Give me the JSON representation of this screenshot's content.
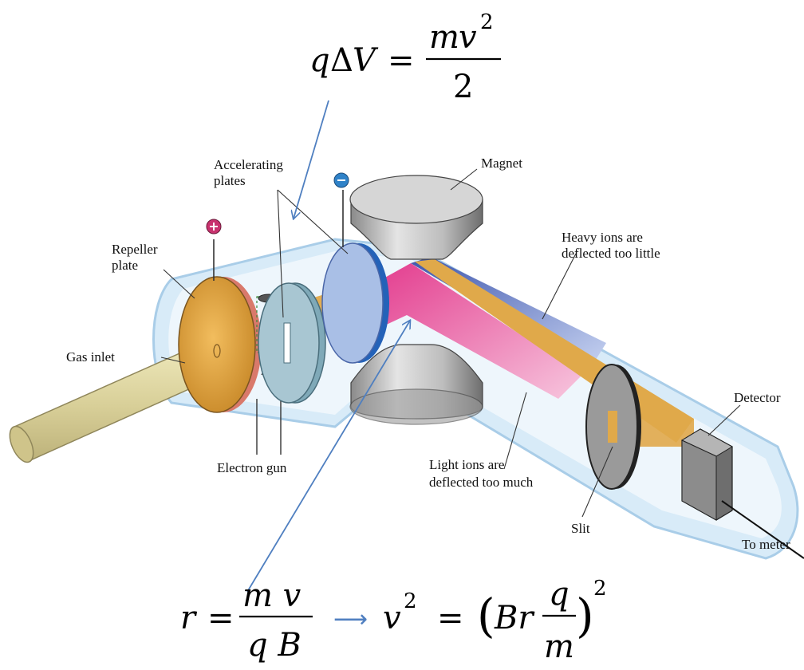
{
  "labels": {
    "accelerating_line1": "Accelerating",
    "accelerating_line2": "plates",
    "magnet": "Magnet",
    "repeller_line1": "Repeller",
    "repeller_line2": "plate",
    "heavy_line1": "Heavy ions are",
    "heavy_line2": "deflected too little",
    "gas_inlet": "Gas inlet",
    "detector": "Detector",
    "electron_gun": "Electron gun",
    "light_line1": "Light ions are",
    "light_line2": "deflected too much",
    "slit": "Slit",
    "to_meter": "To meter"
  },
  "equations": {
    "energy": {
      "lhs_q": "q",
      "lhs_delta": "Δ",
      "lhs_v": "V",
      "equals": "=",
      "num_m": "m",
      "num_v": "v",
      "num_exp": "2",
      "den": "2"
    },
    "radius": {
      "r": "r",
      "equals": "=",
      "num": "m v",
      "den": "q B"
    },
    "arrow": "⟶",
    "velocity": {
      "v": "v",
      "exp": "2",
      "equals": "=",
      "lparen": "(",
      "br": "Br",
      "num": "q",
      "den": "m",
      "rparen": ")",
      "outer_exp": "2"
    }
  },
  "colors": {
    "tube_glow": "#cfe6f7",
    "tube_edge": "#a9cde8",
    "beam_gold": "#e0a94a",
    "beam_pink": "#e33c8e",
    "beam_blue": "#4a63b8",
    "annotation_arrow": "#4f7fc0",
    "positive_terminal": "#c8326e",
    "negative_terminal": "#2f82c8"
  }
}
